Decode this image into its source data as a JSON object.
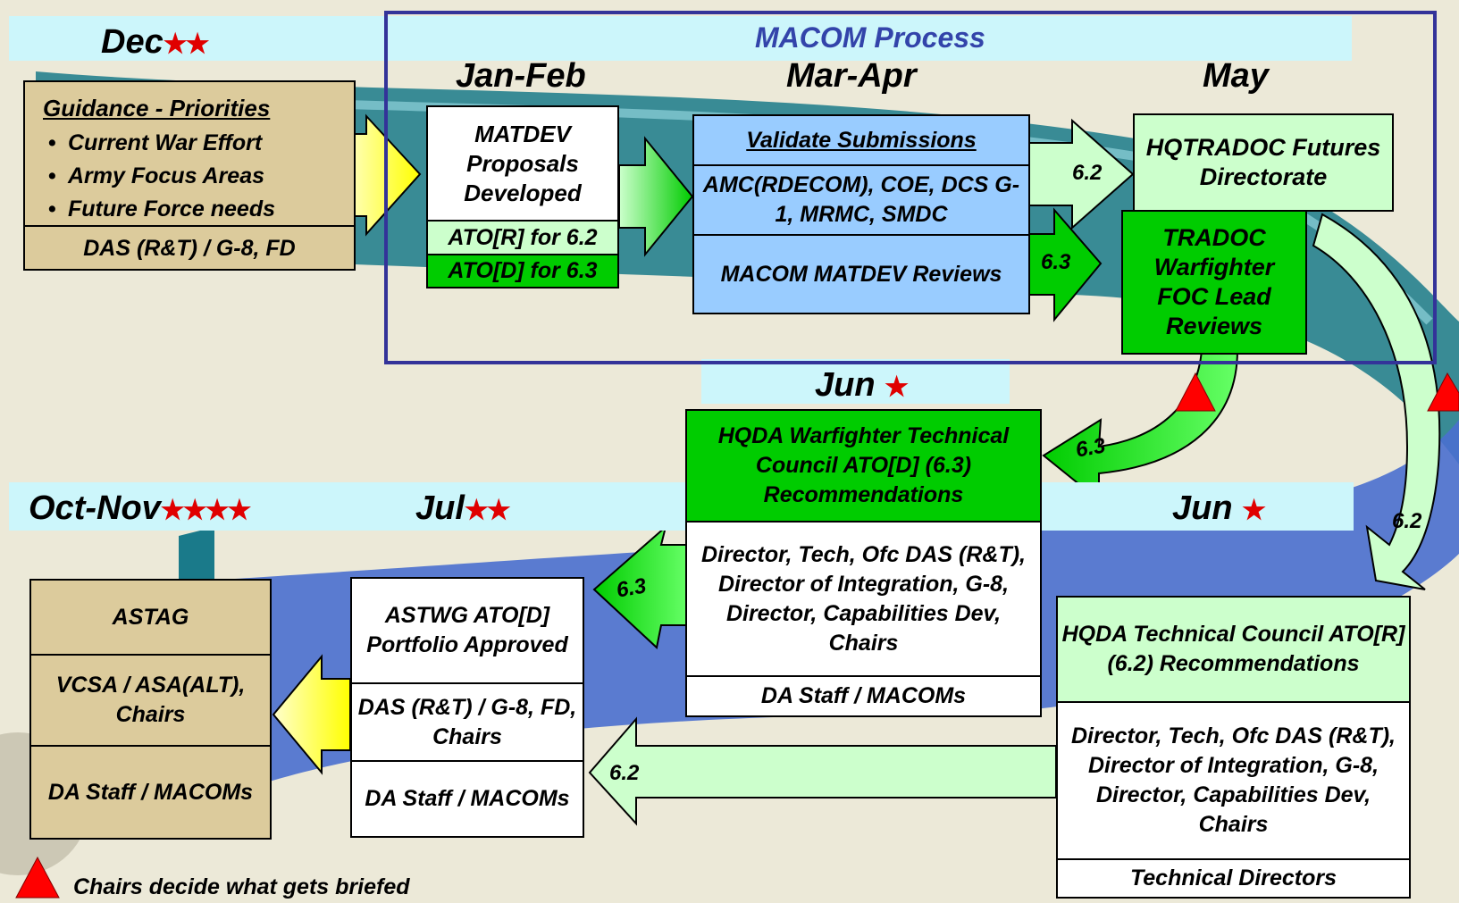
{
  "headers": {
    "dec": {
      "label": "Dec",
      "stars": "★★"
    },
    "macom_process": "MACOM Process",
    "jan_feb": "Jan-Feb",
    "mar_apr": "Mar-Apr",
    "may": "May",
    "jun_top": {
      "label": "Jun",
      "stars": "★"
    },
    "oct_nov": {
      "label": "Oct-Nov",
      "stars": "★★★★"
    },
    "jul": {
      "label": "Jul",
      "stars": "★★"
    },
    "jun_right": {
      "label": "Jun",
      "stars": "★"
    }
  },
  "guidance": {
    "title": "Guidance - Priorities",
    "items": [
      "Current War Effort",
      "Army Focus Areas",
      "Future Force needs"
    ],
    "footer": "DAS (R&T) / G-8, FD"
  },
  "matdev": {
    "title": "MATDEV Proposals Developed",
    "ato_r": "ATO[R] for 6.2",
    "ato_d": "ATO[D] for 6.3"
  },
  "validate": {
    "title": "Validate Submissions",
    "orgs": "AMC(RDECOM), COE, DCS G-1, MRMC, SMDC",
    "reviews": "MACOM MATDEV Reviews"
  },
  "hqtradoc": "HQTRADOC Futures Directorate",
  "tradoc_foc": "TRADOC Warfighter FOC Lead Reviews",
  "hqda_warfighter": {
    "title": "HQDA Warfighter Technical Council ATO[D] (6.3) Recommendations",
    "members": "Director, Tech, Ofc DAS (R&T), Director of Integration, G-8, Director, Capabilities Dev, Chairs",
    "staff": "DA Staff / MACOMs"
  },
  "hqda_technical": {
    "title": "HQDA Technical Council ATO[R] (6.2) Recommendations",
    "members": "Director, Tech, Ofc DAS (R&T), Director of Integration, G-8, Director, Capabilities Dev, Chairs",
    "footer": "Technical Directors"
  },
  "astwg": {
    "title": "ASTWG ATO[D] Portfolio Approved",
    "members": "DAS (R&T) / G-8, FD, Chairs",
    "staff": "DA Staff / MACOMs"
  },
  "astag": {
    "title": "ASTAG",
    "members": "VCSA / ASA(ALT), Chairs",
    "staff": "DA Staff / MACOMs"
  },
  "arrow_labels": {
    "a62_top": "6.2",
    "a63_top": "6.3",
    "a63_jun": "6.3",
    "a62_right": "6.2",
    "a63_jul": "6.3",
    "a62_bottom": "6.2"
  },
  "legend": "Chairs decide what gets briefed",
  "colors": {
    "tan": "#dccb9c",
    "light_blue": "#99ccff",
    "mint": "#ccffcc",
    "green": "#00cc00",
    "frame_navy": "#333399",
    "star_red": "#e00000"
  }
}
